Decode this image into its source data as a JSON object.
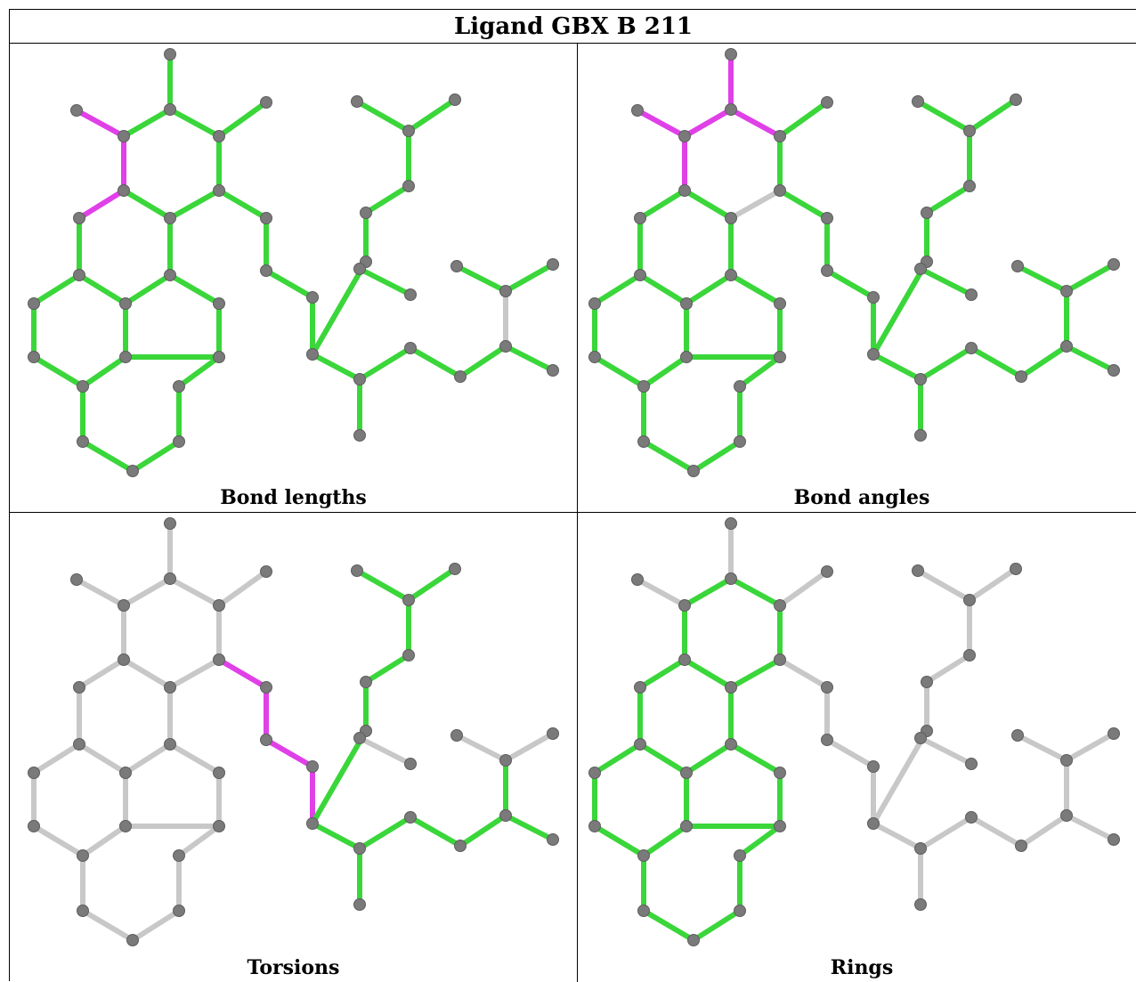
{
  "title": "Ligand GBX B 211",
  "colors": {
    "good": "#3ad63a",
    "bad": "#e040e8",
    "neutral": "#c8c8c8",
    "atom": "#7a7a7a"
  },
  "panels": [
    {
      "id": "bond-lengths",
      "caption": "Bond lengths"
    },
    {
      "id": "bond-angles",
      "caption": "Bond angles"
    },
    {
      "id": "torsions",
      "caption": "Torsions"
    },
    {
      "id": "rings",
      "caption": "Rings"
    }
  ]
}
